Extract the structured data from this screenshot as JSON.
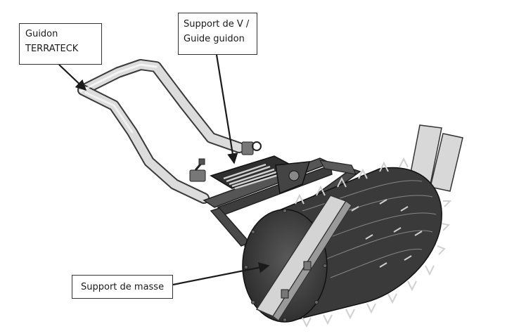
{
  "labels": {
    "guidon": {
      "line1": "Guidon",
      "line2": "TERRATECK"
    },
    "support_v": {
      "line1": "Support de V /",
      "line2": "Guide guidon"
    },
    "support_masse": {
      "text": "Support de masse"
    }
  }
}
